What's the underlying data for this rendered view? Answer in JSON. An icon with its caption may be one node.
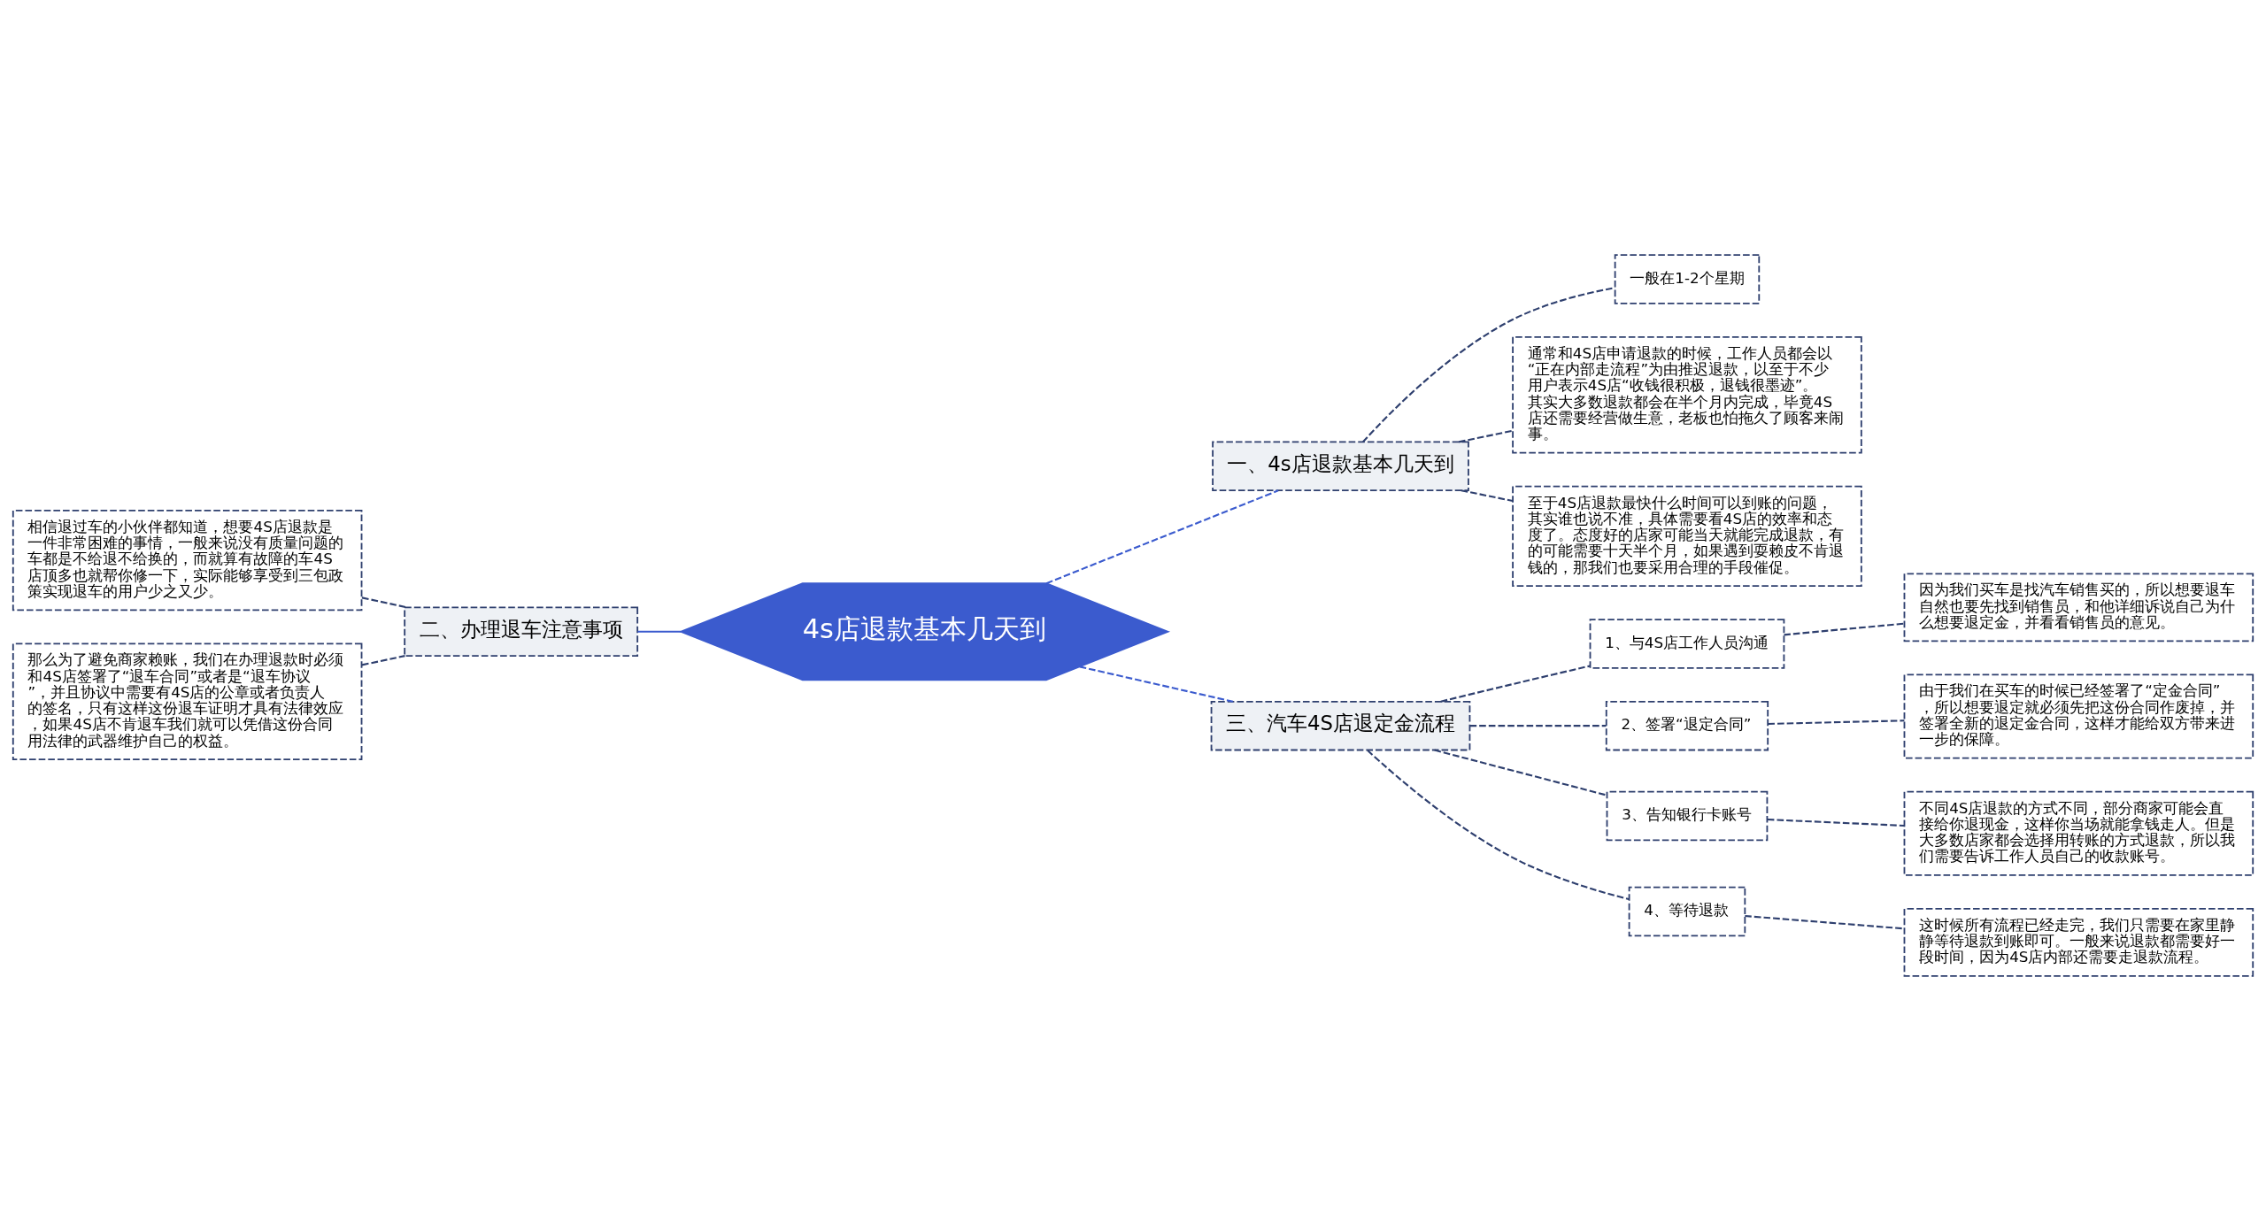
{
  "diagram": {
    "nodes": [
      {
        "text": [
          "4s店退款基本几天到"
        ]
      },
      {
        "text": [
          "一、4s店退款基本几天到"
        ]
      },
      {
        "text": [
          "一般在1-2个星期"
        ]
      },
      {
        "text": [
          "通常和4S店申请退款的时候，工作人员都会以“正在内部走流程”为由推迟退款，以至于不少用户表示4S店“收钱很积极，退钱很墨迹”。其实大多数退款都会在半个月内完成，毕竟4S店还需要经营做生意，老板也怕拖久了顾客来闹事。"
        ]
      },
      {
        "text": [
          "至于4S店退款最快什么时间可以到账的问题，其实谁也说不准，具体需要看4S店的效率和态度了。态度好的店家可能当天就能完成退款，有的可能需要十天半个月，如果遇到耍赖皮不肯退钱的，那我们也要采用合理的手段催促。"
        ]
      },
      {
        "text": [
          "二、办理退车注意事项"
        ]
      },
      {
        "text": [
          "相信退过车的小伙伴都知道，想要4S店退款是一件非常困难的事情，一般来说没有质量问题的车都是不给退不给换的，而就算有故障的车4S店顶多也就帮你修一下，实际能够享受到三包政策实现退车的用户少之又少。"
        ]
      },
      {
        "text": [
          "那么为了避免商家赖账，我们在办理退款时必须和4S店签署了“退车合同”或者是“退车协议”，并且协议中需要有4S店的公章或者负责人的签名，只有这样这份退车证明才具有法律效应，如果4S店不肯退车我们就可以凭借这份合同用法律的武器维护自己的权益。"
        ]
      },
      {
        "text": [
          "三、汽车4S店退定金流程"
        ]
      },
      {
        "text": [
          "1、与4S店工作人员沟通"
        ]
      },
      {
        "text": [
          "因为我们买车是找汽车销售买的，所以想要退车自然也要先找到销售员，和他详细诉说自己为什么想要退定金，并看看销售员的意见。"
        ]
      },
      {
        "text": [
          "2、签署“退定合同”"
        ]
      },
      {
        "text": [
          "由于我们在买车的时候已经签署了“定金合同”，所以想要退定就必须先把这份合同作废掉，并签署全新的退定金合同，这样才能给双方带来进一步的保障。"
        ]
      },
      {
        "text": [
          "3、告知银行卡账号"
        ]
      },
      {
        "text": [
          "不同4S店退款的方式不同，部分商家可能会直接给你退现金，这样你当场就能拿钱走人。但是大多数店家都会选择用转账的方式退款，所以我们需要告诉工作人员自己的收款账号。"
        ]
      },
      {
        "text": [
          "4、等待退款"
        ]
      },
      {
        "text": [
          "这时候所有流程已经走完，我们只需要在家里静静等待退款到账即可。一般来说退款都需要好一段时间，因为4S店内部还需要走退款流程。"
        ]
      }
    ],
    "edges": [
      {
        "from": 0,
        "to": 1,
        "arrow": "none",
        "style": "dashed",
        "color": "#3b5bce"
      },
      {
        "from": 1,
        "to": 2,
        "arrow": "none",
        "style": "dashed"
      },
      {
        "from": 1,
        "to": 3,
        "arrow": "none",
        "style": "dashed"
      },
      {
        "from": 1,
        "to": 4,
        "arrow": "none",
        "style": "dashed"
      },
      {
        "from": 0,
        "to": 5,
        "arrow": "none",
        "color": "#3b5bce"
      },
      {
        "from": 5,
        "to": 6,
        "arrow": "none",
        "style": "dashed"
      },
      {
        "from": 5,
        "to": 7,
        "arrow": "none",
        "style": "dashed"
      },
      {
        "from": 0,
        "to": 8,
        "arrow": "none",
        "style": "dashed",
        "color": "#3b5bce"
      },
      {
        "from": 8,
        "to": 9,
        "arrow": "none",
        "style": "dashed"
      },
      {
        "from": 9,
        "to": 10,
        "arrow": "none",
        "style": "dashed"
      },
      {
        "from": 8,
        "to": 11,
        "arrow": "none",
        "style": "dashed"
      },
      {
        "from": 11,
        "to": 12,
        "arrow": "none",
        "style": "dashed"
      },
      {
        "from": 8,
        "to": 13,
        "arrow": "none",
        "style": "dashed"
      },
      {
        "from": 13,
        "to": 14,
        "arrow": "none",
        "style": "dashed"
      },
      {
        "from": 8,
        "to": 15,
        "arrow": "none",
        "style": "dashed"
      },
      {
        "from": 15,
        "to": 16,
        "arrow": "none",
        "style": "dashed"
      }
    ]
  }
}
